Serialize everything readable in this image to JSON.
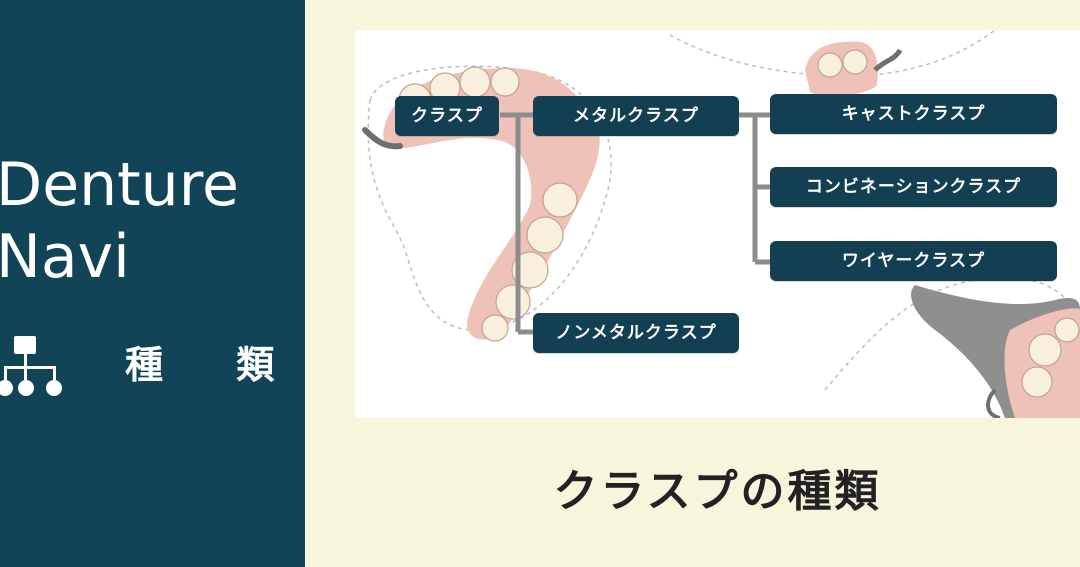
{
  "sidebar": {
    "brand_line1": "Denture",
    "brand_line2": "Navi",
    "category_label": "種 類",
    "category_icon": "sitemap-icon"
  },
  "diagram": {
    "root": "クラスプ",
    "metal": "メタルクラスプ",
    "nonmetal": "ノンメタルクラスプ",
    "cast": "キャストクラスプ",
    "combination": "コンビネーションクラスプ",
    "wire": "ワイヤークラスプ"
  },
  "caption": "クラスプの種類",
  "colors": {
    "sidebar_bg": "#114457",
    "page_bg": "#f7f5dc",
    "node_bg": "#133f52",
    "connector": "#8c8c8c"
  }
}
